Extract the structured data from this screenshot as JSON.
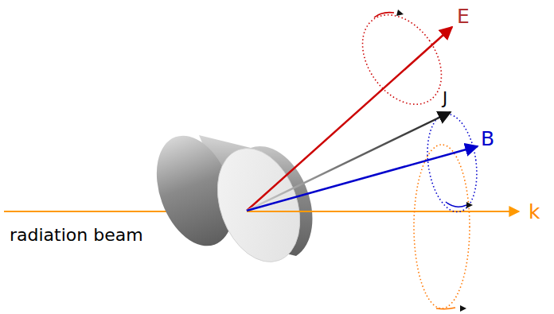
{
  "diagram": {
    "labels": [
      "E",
      "J",
      "B",
      "k",
      "radiation beam"
    ]
  }
}
